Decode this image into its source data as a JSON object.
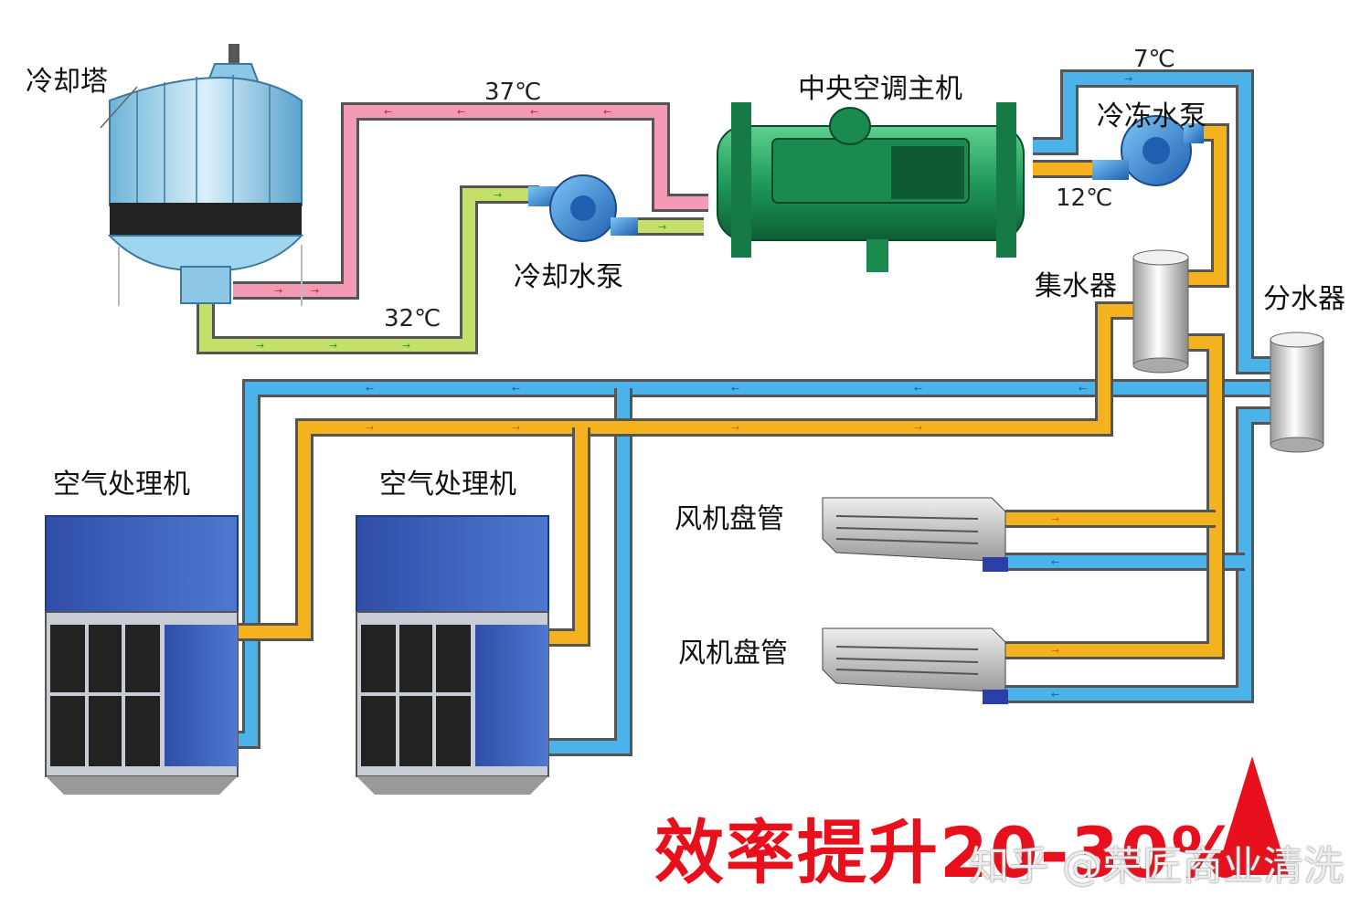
{
  "labels": {
    "cooling_tower": "冷却塔",
    "chiller": "中央空调主机",
    "cooling_pump": "冷却水泵",
    "chilled_pump": "冷冻水泵",
    "collector": "集水器",
    "distributor": "分水器",
    "ahu_1": "空气处理机",
    "ahu_2": "空气处理机",
    "fcu_1": "风机盘管",
    "fcu_2": "风机盘管"
  },
  "temperatures": {
    "t37": "37℃",
    "t32": "32℃",
    "t7": "7℃",
    "t12": "12℃"
  },
  "headline": "效率提升20-30%",
  "watermark": "知乎 @荣匠商业清洗",
  "colors": {
    "pink_pipe": "#f39ab4",
    "green_pipe": "#c5e06a",
    "blue_pipe": "#4bb3ea",
    "orange_pipe": "#f5b21f",
    "chiller": "#1f9a5a",
    "ahu_blue": "#3a5fb8",
    "headline_red": "#e8101d"
  },
  "icons": [
    "cooling-tower-icon",
    "chiller-icon",
    "pump-icon",
    "water-header-icon",
    "air-handler-icon",
    "fan-coil-icon",
    "up-arrow-icon"
  ]
}
